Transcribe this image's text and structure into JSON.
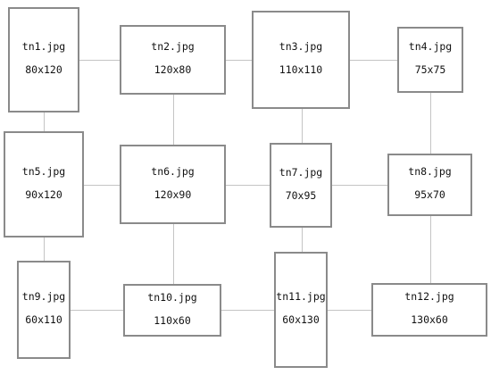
{
  "colors": {
    "border": "#8a8a8a",
    "grid_line": "#c4c4c4",
    "text": "#111111",
    "background": "#ffffff"
  },
  "thumbnails": [
    {
      "name": "tn1.jpg",
      "size": "80x120"
    },
    {
      "name": "tn2.jpg",
      "size": "120x80"
    },
    {
      "name": "tn3.jpg",
      "size": "110x110"
    },
    {
      "name": "tn4.jpg",
      "size": "75x75"
    },
    {
      "name": "tn5.jpg",
      "size": "90x120"
    },
    {
      "name": "tn6.jpg",
      "size": "120x90"
    },
    {
      "name": "tn7.jpg",
      "size": "70x95"
    },
    {
      "name": "tn8.jpg",
      "size": "95x70"
    },
    {
      "name": "tn9.jpg",
      "size": "60x110"
    },
    {
      "name": "tn10.jpg",
      "size": "110x60"
    },
    {
      "name": "tn11.jpg",
      "size": "60x130"
    },
    {
      "name": "tn12.jpg",
      "size": "130x60"
    }
  ]
}
